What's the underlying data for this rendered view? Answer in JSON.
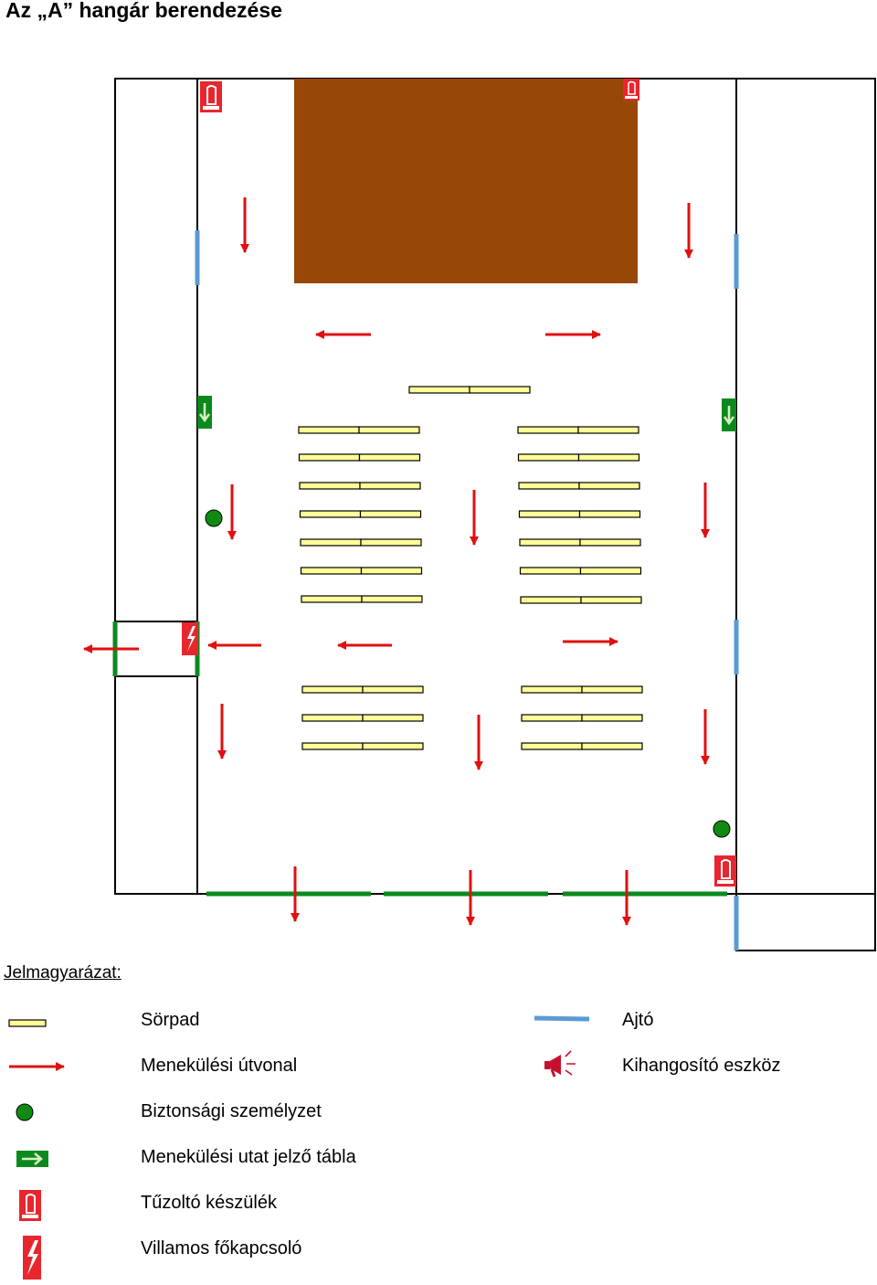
{
  "title": "Az „A” hangár berendezése",
  "legend": {
    "heading": "Jelmagyarázat:",
    "items": [
      {
        "key": "bench",
        "label": "Sörpad"
      },
      {
        "key": "door",
        "label": "Ajtó"
      },
      {
        "key": "escape_route",
        "label": "Menekülési útvonal"
      },
      {
        "key": "loudspeaker",
        "label": "Kihangosító eszköz"
      },
      {
        "key": "security_staff",
        "label": "Biztonsági személyzet"
      },
      {
        "key": "exit_sign",
        "label": "Menekülési utat jelző tábla"
      },
      {
        "key": "fire_extinguisher",
        "label": "Tűzoltó készülék"
      },
      {
        "key": "main_switch",
        "label": "Villamos főkapcsoló"
      }
    ]
  },
  "colors": {
    "bench_fill": "#ffff99",
    "escape_arrow": "#e01010",
    "door": "#5b9bd5",
    "green_exit": "#0a8a1e",
    "staff": "#118a11",
    "extinguisher": "#e8262e",
    "stage": "#984806",
    "wall": "#000000"
  },
  "icons": {
    "escape_route": "red-arrow-icon",
    "door": "blue-bar-icon",
    "exit_sign": "green-exit-sign-icon",
    "fire_extinguisher": "fire-extinguisher-icon",
    "main_switch": "lightning-switch-icon",
    "loudspeaker": "megaphone-icon",
    "security_staff": "green-dot-icon",
    "bench": "yellow-bench-icon"
  }
}
